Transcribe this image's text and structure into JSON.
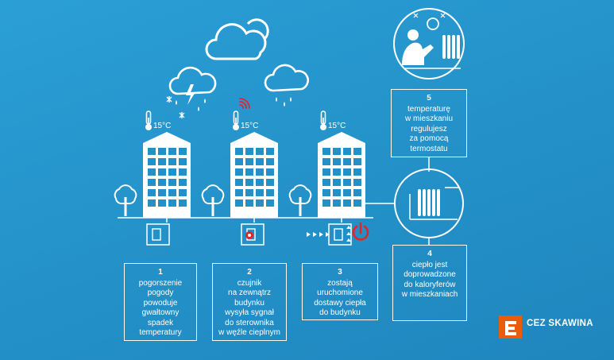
{
  "colors": {
    "background": "#2391c8",
    "stroke": "#ffffff",
    "accent_red": "#e3242b",
    "logo_orange": "#ea5b0c"
  },
  "temperatures": [
    "15°C",
    "15°C",
    "15°C"
  ],
  "steps": [
    {
      "number": "1",
      "text": "pogorszenie\npogody\npowoduje\ngwałtowny\nspadek\ntemperatury"
    },
    {
      "number": "2",
      "text": "czujnik\nna zewnątrz\nbudynku\nwysyła sygnał\ndo sterownika\nw węźle cieplnym"
    },
    {
      "number": "3",
      "text": "zostają\nuruchomione\ndostawy ciepła\ndo budynku"
    },
    {
      "number": "4",
      "text": "ciepło jest\ndoprowadzone\ndo kaloryferów\nw mieszkaniach"
    },
    {
      "number": "5",
      "text": "temperaturę\nw mieszkaniu\nregulujesz\nza pomocą\ntermostatu"
    }
  ],
  "icons": [
    "cloud-icon",
    "storm-cloud-icon",
    "rain-cloud-icon",
    "thermometer-icon",
    "signal-waves-icon",
    "power-icon",
    "radiator-icon",
    "person-thermostat-icon",
    "tree-icon"
  ],
  "logo": {
    "name": "CEZ SKAWINA"
  }
}
